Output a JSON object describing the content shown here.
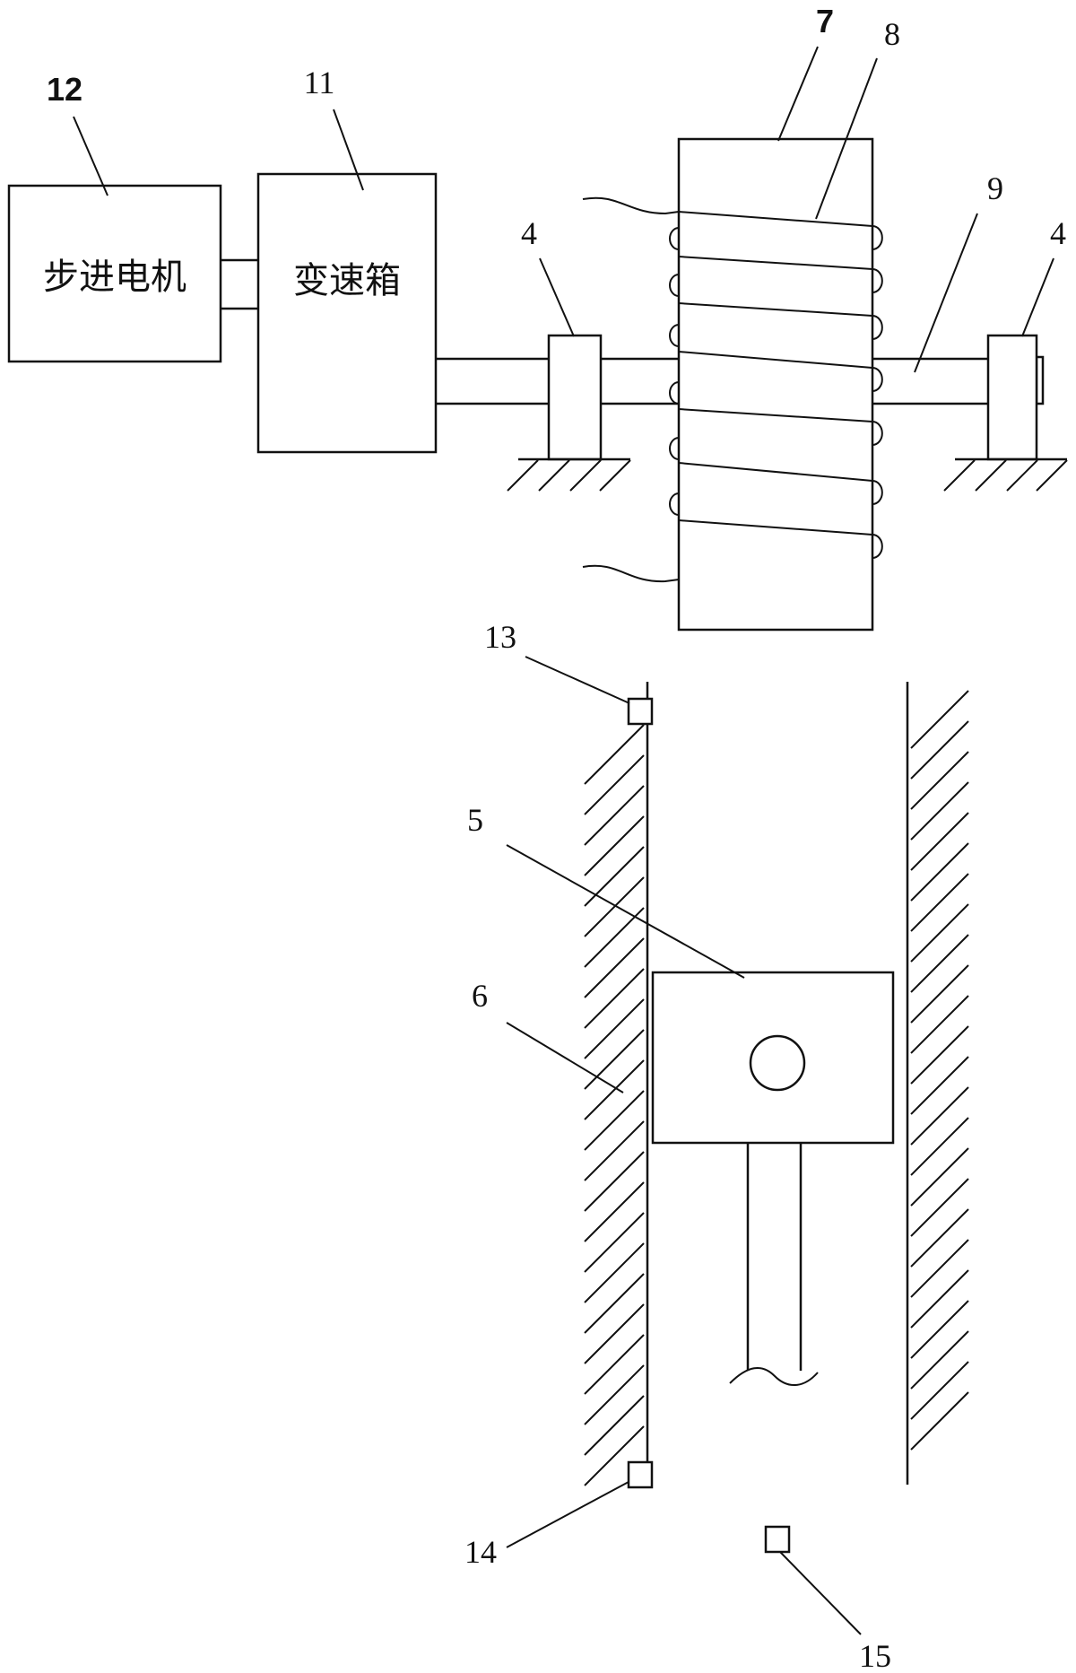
{
  "components": {
    "stepper_motor": {
      "text": "步进电机",
      "ref": "12"
    },
    "gearbox": {
      "text": "变速箱",
      "ref": "11"
    },
    "drum": {
      "ref": "7"
    },
    "cable_winding": {
      "ref": "8"
    },
    "shaft": {
      "ref": "9"
    },
    "bearing_left": {
      "ref": "4"
    },
    "bearing_right": {
      "ref": "4"
    },
    "weight_block": {
      "ref": "5"
    },
    "guide_rail": {
      "ref": "6"
    },
    "sensor_top": {
      "ref": "13"
    },
    "sensor_bottom": {
      "ref": "14"
    },
    "sensor_bottom_center": {
      "ref": "15"
    }
  }
}
